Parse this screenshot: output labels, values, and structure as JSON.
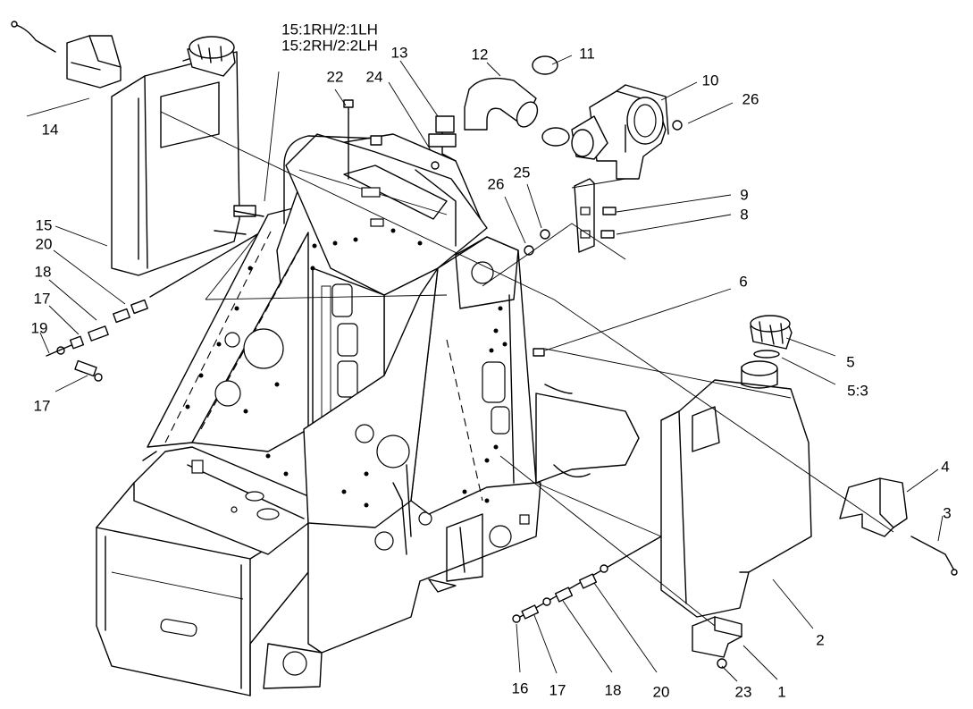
{
  "callouts": {
    "c1": "1",
    "c2": "2",
    "c3": "3",
    "c4": "4",
    "c5": "5",
    "c5_3": "5:3",
    "c6": "6",
    "c8": "8",
    "c9": "9",
    "c10": "10",
    "c11": "11",
    "c12": "12",
    "c13": "13",
    "c14": "14",
    "c15": "15",
    "c15_1": "15:1RH/2:1LH",
    "c15_2": "15:2RH/2:2LH",
    "c16": "16",
    "c17a": "17",
    "c17b": "17",
    "c17c": "17",
    "c18a": "18",
    "c18b": "18",
    "c19": "19",
    "c20a": "20",
    "c20b": "20",
    "c22": "22",
    "c23": "23",
    "c24": "24",
    "c25": "25",
    "c26a": "26",
    "c26b": "26"
  }
}
